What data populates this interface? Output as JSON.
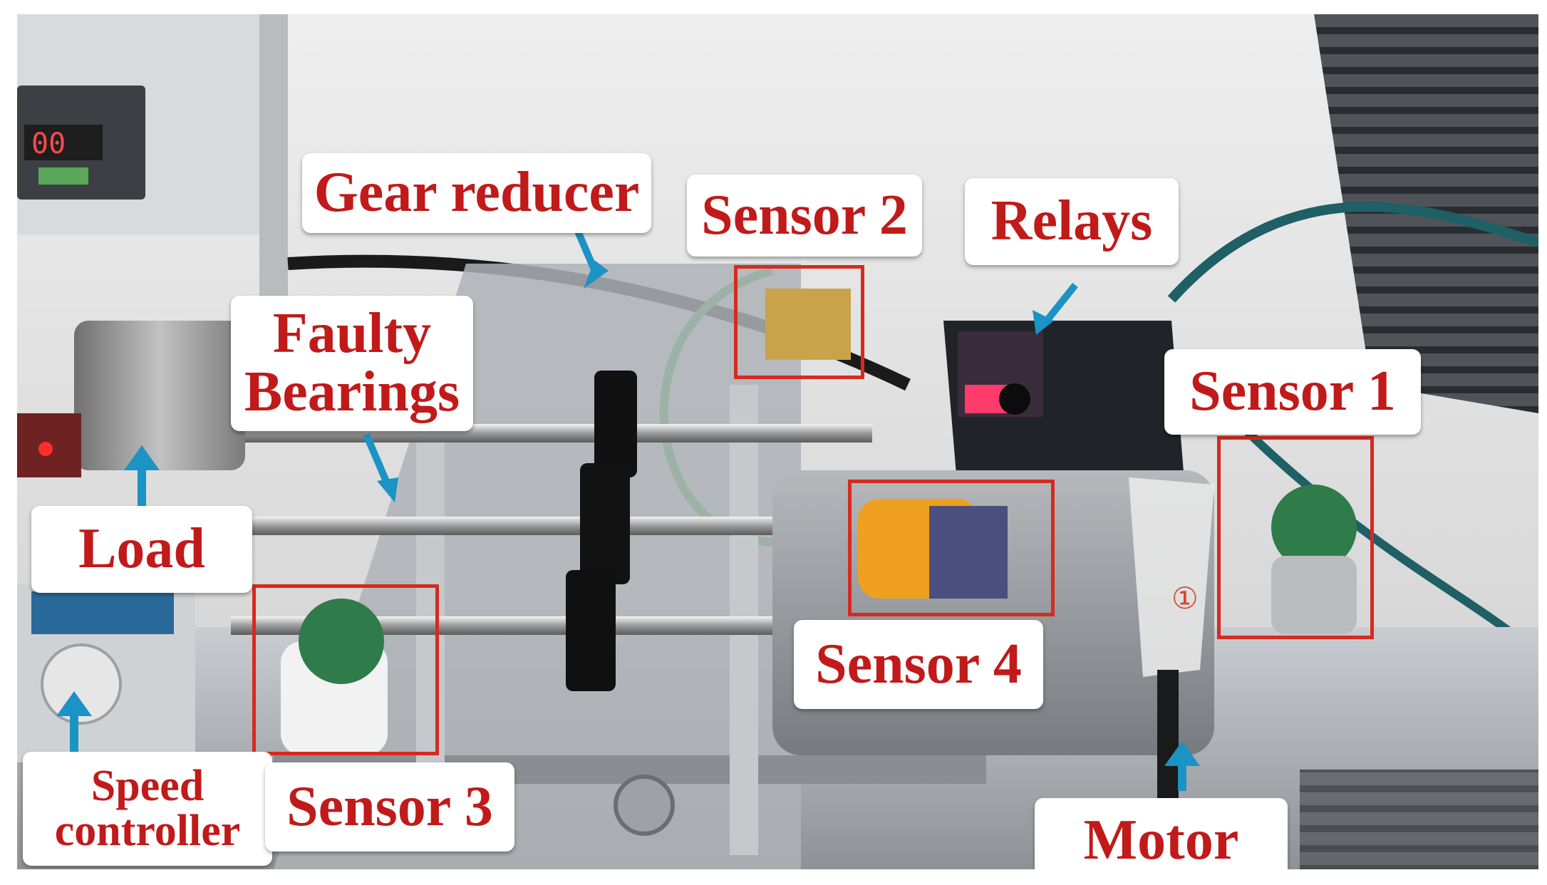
{
  "labels": {
    "gear_reducer": "Gear reducer",
    "sensor_2": "Sensor 2",
    "relays": "Relays",
    "faulty_bearings_line1": "Faulty",
    "faulty_bearings_line2": "Bearings",
    "sensor_1": "Sensor 1",
    "load": "Load",
    "sensor_4": "Sensor 4",
    "speed_controller_line1": "Speed",
    "speed_controller_line2": "controller",
    "sensor_3": "Sensor 3",
    "motor": "Motor",
    "marker": "①"
  },
  "colors": {
    "label_text": "#c11a1a",
    "box": "#d62a20",
    "arrow": "#1b93c4"
  }
}
